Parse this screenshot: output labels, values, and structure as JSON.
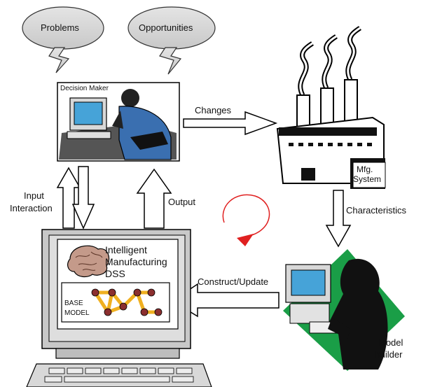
{
  "bubbles": {
    "problems": "Problems",
    "opportunities": "Opportunities"
  },
  "decision_maker": {
    "label": "Decision Maker"
  },
  "arrows": {
    "changes": "Changes",
    "input_line1": "Input",
    "input_line2": "Interaction",
    "output": "Output",
    "characteristics": "Characteristics",
    "construct_update": "Construct/Update"
  },
  "factory": {
    "label_line1": "Mfg.",
    "label_line2": "System"
  },
  "dss": {
    "title_line1": "Intelligent",
    "title_line2": "Manufacturing",
    "title_line3": "DSS",
    "base_line1": "BASE",
    "base_line2": "MODEL"
  },
  "model_builder": {
    "label_line1": "Model",
    "label_line2": "Builder"
  },
  "colors": {
    "bubble": "#d3d3d3",
    "green": "#1a9e47",
    "red_cycle": "#e02020",
    "model_node": "#8b2f2f",
    "model_link": "#f0b020",
    "screen": "#46a3d8"
  }
}
